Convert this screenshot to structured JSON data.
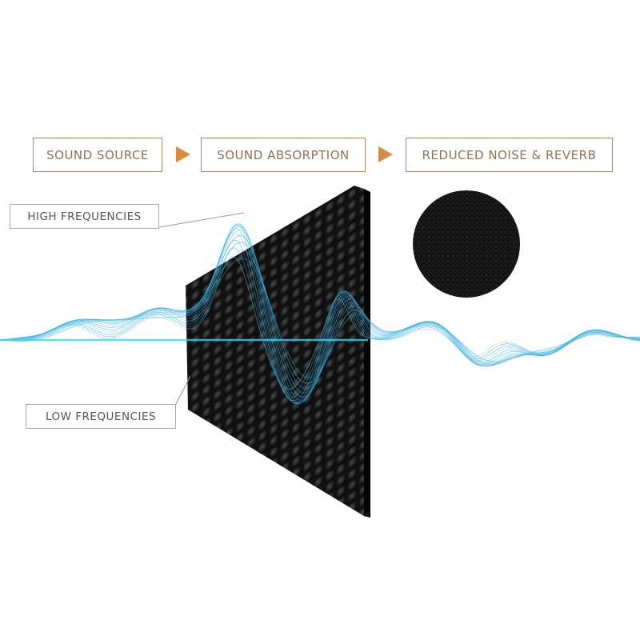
{
  "flow_steps": [
    {
      "label": "SOUND SOURCE"
    },
    {
      "label": "SOUND ABSORPTION"
    },
    {
      "label": "REDUCED NOISE & REVERB"
    }
  ],
  "callouts": {
    "high": "HIGH FREQUENCIES",
    "low": "LOW FREQUENCIES"
  },
  "colors": {
    "step_text": "#8e7353",
    "arrow": "#d98b3e",
    "wave": "#1aa7e0",
    "foam": "#1a1a1a"
  }
}
